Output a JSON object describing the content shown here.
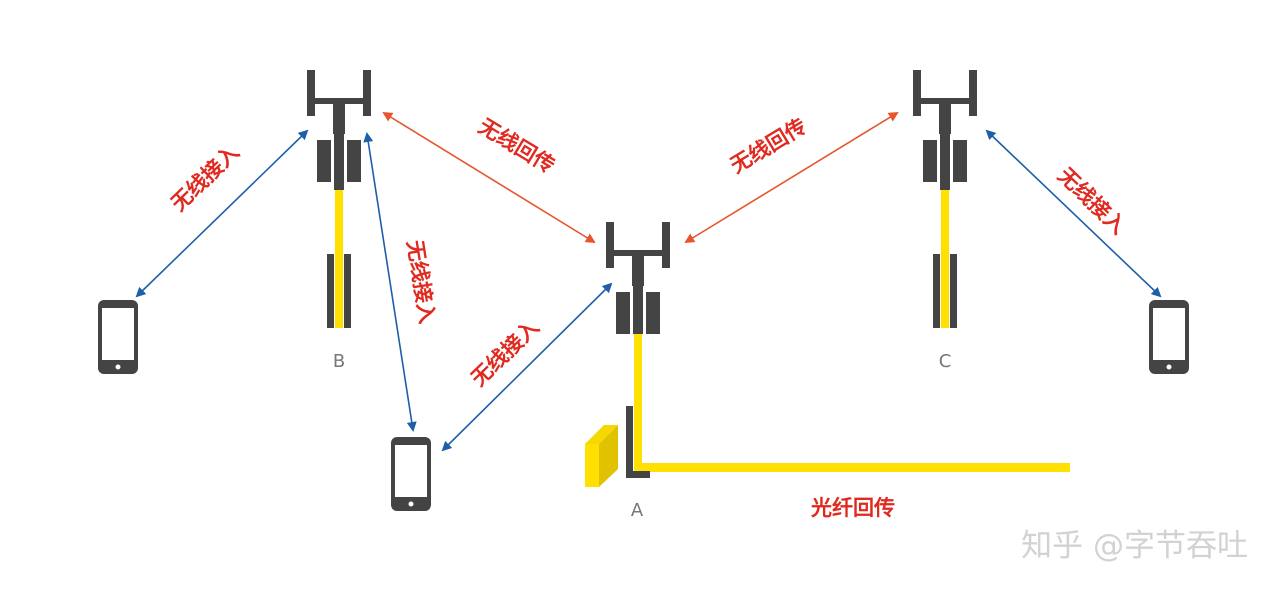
{
  "nodes": {
    "a": "A",
    "b": "B",
    "c": "C"
  },
  "links": {
    "backhaul_ba": "无线回传",
    "backhaul_ca": "无线回传",
    "access_b_phone1": "无线接入",
    "access_b_phone2": "无线接入",
    "access_a_phone2": "无线接入",
    "access_c_phone3": "无线接入",
    "fiber": "光纤回传"
  },
  "watermark": "知乎 @字节吞吐",
  "colors": {
    "wireless_backhaul": "#e8542e",
    "wireless_access": "#1f5fa8",
    "fiber": "#ffe000",
    "label_red": "#e02a20",
    "equipment": "#444444"
  },
  "icons": [
    "antenna-tower-icon",
    "phone-icon",
    "cabinet-icon"
  ]
}
